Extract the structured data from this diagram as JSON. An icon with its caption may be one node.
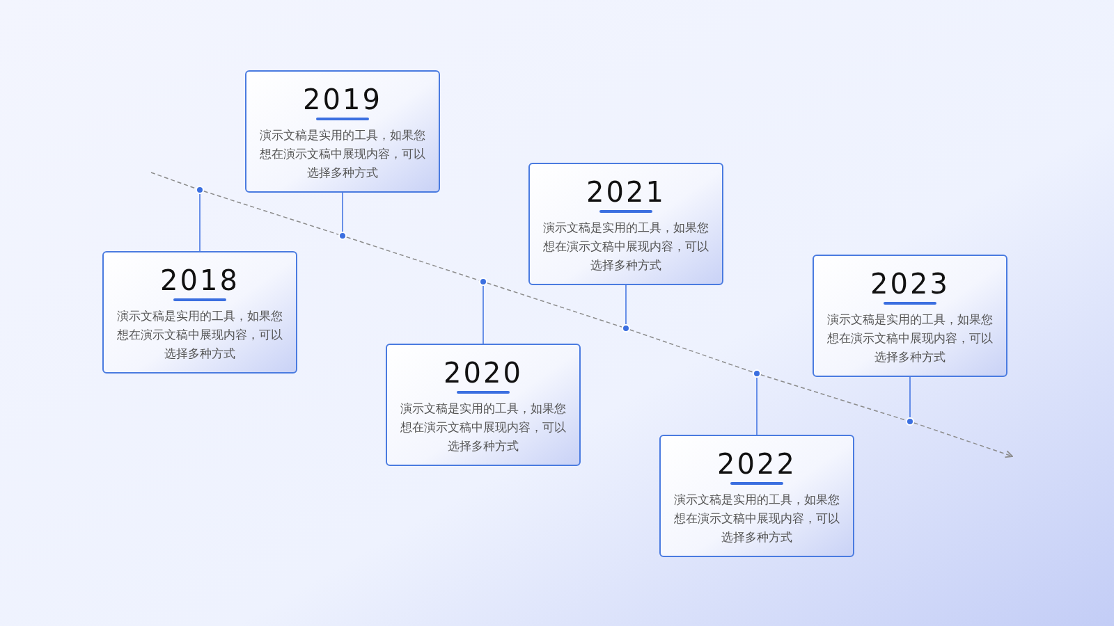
{
  "diagram": {
    "nodes": [
      {
        "text": [
          "2018",
          "演示文稿是实用的工具，如果您想在演示文稿中展现内容，可以选择多种方式"
        ]
      },
      {
        "text": [
          "2019",
          "演示文稿是实用的工具，如果您想在演示文稿中展现内容，可以选择多种方式"
        ]
      },
      {
        "text": [
          "2020",
          "演示文稿是实用的工具，如果您想在演示文稿中展现内容，可以选择多种方式"
        ]
      },
      {
        "text": [
          "2021",
          "演示文稿是实用的工具，如果您想在演示文稿中展现内容，可以选择多种方式"
        ]
      },
      {
        "text": [
          "2022",
          "演示文稿是实用的工具，如果您想在演示文稿中展现内容，可以选择多种方式"
        ]
      },
      {
        "text": [
          "2023",
          "演示文稿是实用的工具，如果您想在演示文稿中展现内容，可以选择多种方式"
        ]
      },
      {
        "text": [],
        "shape": "circle"
      },
      {
        "text": [],
        "shape": "circle"
      },
      {
        "text": [],
        "shape": "circle"
      },
      {
        "text": [],
        "shape": "circle"
      },
      {
        "text": [],
        "shape": "circle"
      },
      {
        "text": [],
        "shape": "circle"
      }
    ],
    "edges": [
      {
        "from": 6,
        "to": 0,
        "arrow": "none",
        "color": "#3b6fe0"
      },
      {
        "from": 7,
        "to": 1,
        "arrow": "none",
        "color": "#3b6fe0"
      },
      {
        "from": 8,
        "to": 2,
        "arrow": "none",
        "color": "#3b6fe0"
      },
      {
        "from": 9,
        "to": 3,
        "arrow": "none",
        "color": "#3b6fe0"
      },
      {
        "from": 10,
        "to": 4,
        "arrow": "none",
        "color": "#3b6fe0"
      },
      {
        "from": 11,
        "to": 5,
        "arrow": "none",
        "color": "#3b6fe0"
      },
      {
        "from": null,
        "to": 6,
        "arrow": "none",
        "style": "dashed"
      },
      {
        "from": 6,
        "to": 7,
        "arrow": "none",
        "style": "dashed"
      },
      {
        "from": 7,
        "to": 8,
        "arrow": "none",
        "style": "dashed"
      },
      {
        "from": 8,
        "to": 9,
        "arrow": "none",
        "style": "dashed"
      },
      {
        "from": 9,
        "to": 10,
        "arrow": "none",
        "style": "dashed"
      },
      {
        "from": 10,
        "to": 11,
        "arrow": "none",
        "style": "dashed"
      },
      {
        "from": 11,
        "to": null,
        "arrow": "to",
        "style": "dashed"
      }
    ]
  }
}
